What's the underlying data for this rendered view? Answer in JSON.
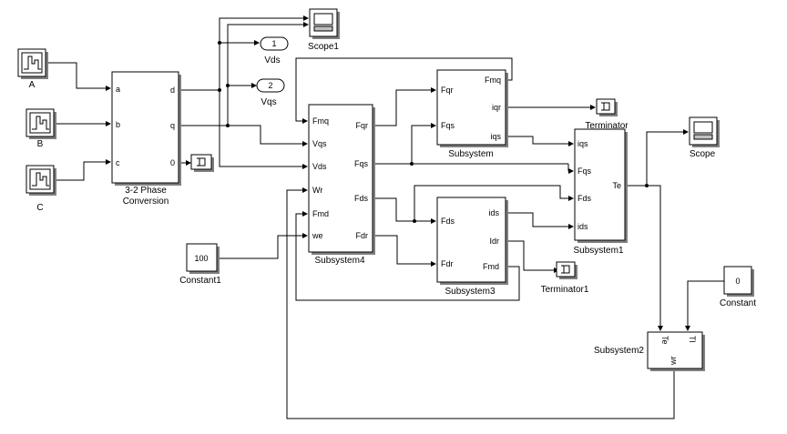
{
  "blocks": {
    "source_a": {
      "name": "A"
    },
    "source_b": {
      "name": "B"
    },
    "source_c": {
      "name": "C"
    },
    "phase_conversion": {
      "name_line1": "3-2 Phase",
      "name_line2": "Conversion",
      "in_ports": [
        "a",
        "b",
        "c"
      ],
      "out_ports": [
        "d",
        "q",
        "0"
      ]
    },
    "scope1": {
      "name": "Scope1"
    },
    "out_vds": {
      "number": "1",
      "name": "Vds"
    },
    "out_vqs": {
      "number": "2",
      "name": "Vqs"
    },
    "subsystem4": {
      "name": "Subsystem4",
      "in_ports": [
        "Fmq",
        "Vqs",
        "Vds",
        "Wr",
        "Fmd",
        "we"
      ],
      "out_ports": [
        "Fqr",
        "Fqs",
        "Fds",
        "Fdr"
      ]
    },
    "constant1": {
      "name": "Constant1",
      "value": "100"
    },
    "subsystem": {
      "name": "Subsystem",
      "in_ports": [
        "Fqr",
        "Fqs"
      ],
      "out_ports": [
        "Fmq",
        "iqr",
        "iqs"
      ]
    },
    "terminator": {
      "name": "Terminator"
    },
    "subsystem3": {
      "name": "Subsystem3",
      "in_ports": [
        "Fds",
        "Fdr"
      ],
      "out_ports": [
        "ids",
        "Idr",
        "Fmd"
      ]
    },
    "terminator1": {
      "name": "Terminator1"
    },
    "subsystem1": {
      "name": "Subsystem1",
      "in_ports": [
        "iqs",
        "Fqs",
        "Fds",
        "ids"
      ],
      "out_ports": [
        "Te"
      ]
    },
    "scope": {
      "name": "Scope"
    },
    "constant": {
      "name": "Constant",
      "value": "0"
    },
    "subsystem2": {
      "name": "Subsystem2",
      "in_ports": [
        "Te",
        "Tl"
      ],
      "out_ports": [
        "wr"
      ]
    }
  }
}
